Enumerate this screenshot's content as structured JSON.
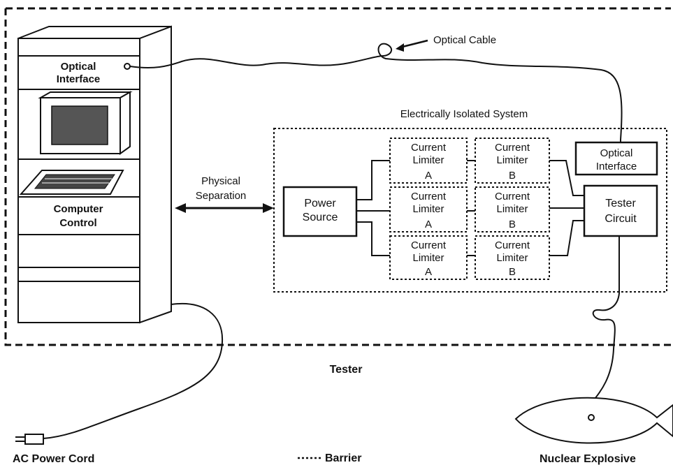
{
  "labels": {
    "optical_cable": "Optical Cable",
    "optical_interface_console": [
      "Optical",
      "Interface"
    ],
    "computer_control": [
      "Computer",
      "Control"
    ],
    "physical_separation": [
      "Physical",
      "Separation"
    ],
    "electrically_isolated_system": "Electrically Isolated System",
    "power_source": [
      "Power",
      "Source"
    ],
    "current_limiter_a": [
      "Current",
      "Limiter",
      "A"
    ],
    "current_limiter_b": [
      "Current",
      "Limiter",
      "B"
    ],
    "optical_interface_tester": [
      "Optical",
      "Interface"
    ],
    "tester_circuit": [
      "Tester",
      "Circuit"
    ],
    "tester": "Tester",
    "ac_power_cord": "AC Power Cord",
    "barrier_legend": "Barrier",
    "nuclear_explosive": "Nuclear Explosive"
  },
  "colors": {
    "ink": "#111111",
    "background": "#ffffff",
    "screen": "#555555"
  }
}
